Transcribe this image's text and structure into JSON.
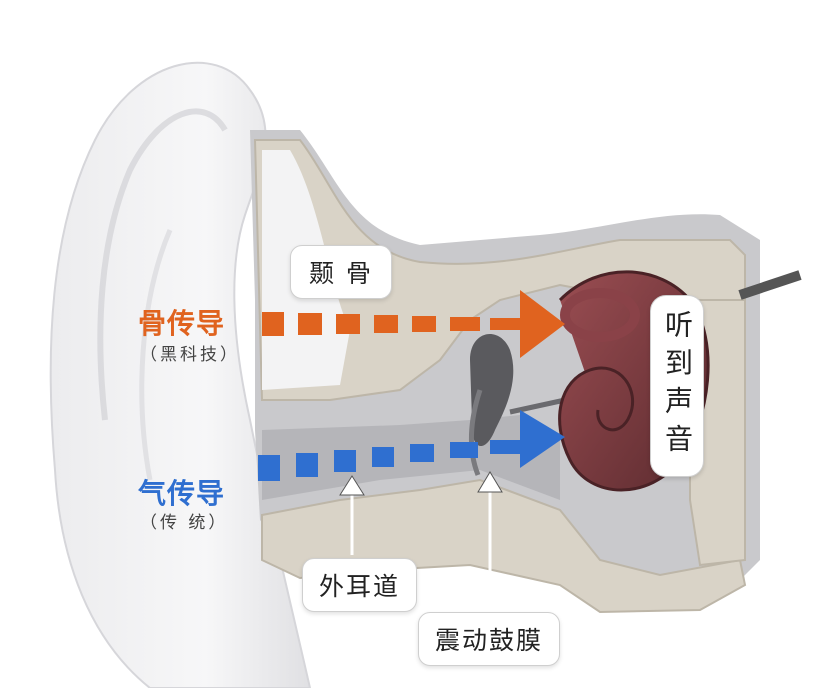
{
  "labels": {
    "temporal_bone": "颞 骨",
    "bone_conduction": "骨传导",
    "bone_conduction_note": "（黑科技）",
    "air_conduction": "气传导",
    "air_conduction_note": "（传 统）",
    "ear_canal": "外耳道",
    "eardrum": "震动鼓膜",
    "hear_sound": "听到声音"
  },
  "colors": {
    "bone_arrow": "#e0631f",
    "air_arrow": "#2f6fd0",
    "bone_tissue": "#d9d3c7",
    "cochlea": "#7a3a3f"
  }
}
